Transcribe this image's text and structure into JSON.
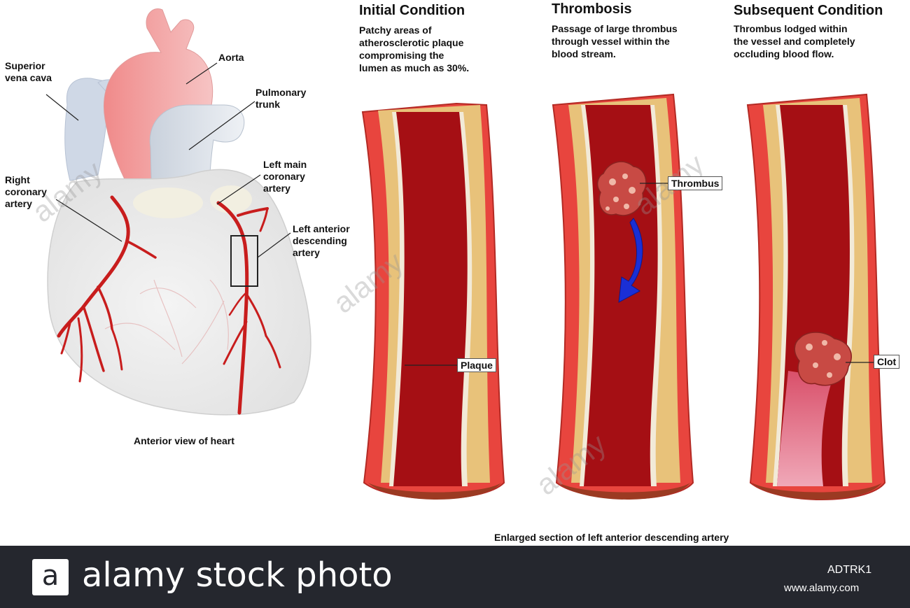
{
  "heart": {
    "labels": {
      "superior_vena_cava": "Superior\nvena cava",
      "aorta": "Aorta",
      "pulmonary_trunk": "Pulmonary\ntrunk",
      "right_coronary_artery": "Right\ncoronary\nartery",
      "left_main_coronary_artery": "Left main\ncoronary\nartery",
      "left_anterior_descending_artery": "Left anterior\ndescending\nartery"
    },
    "caption": "Anterior view of heart"
  },
  "panels": [
    {
      "title": "Initial Condition",
      "description": "Patchy areas of\natherosclerotic plaque\ncompromising the\nlumen as much as 30%.",
      "label": "Plaque"
    },
    {
      "title": "Thrombosis",
      "description": "Passage of large thrombus\nthrough vessel within the\nblood stream.",
      "label": "Thrombus"
    },
    {
      "title": "Subsequent Condition",
      "description": "Thrombus lodged within\nthe vessel and completely\noccluding blood flow.",
      "label": "Clot"
    }
  ],
  "enlarged_caption": "Enlarged section of left anterior descending artery",
  "footer": {
    "logo_letter": "a",
    "brand": "alamy stock photo",
    "image_id": "ADTRK1",
    "url": "www.alamy.com"
  },
  "watermark": "alamy",
  "colors": {
    "artery_red": "#cc1f22",
    "vessel_wall": "#e8453e",
    "plaque_yellow": "#e8c27a",
    "lumen": "#a50f14",
    "footer_bg": "#25272e",
    "arrow_blue": "#1a2fd6"
  }
}
